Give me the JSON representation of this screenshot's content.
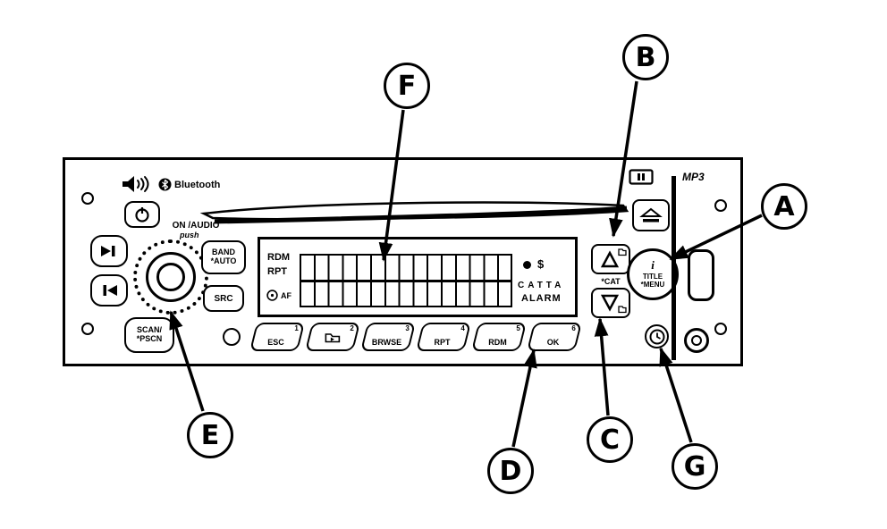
{
  "colors": {
    "ink": "#000000",
    "paper": "#ffffff"
  },
  "callouts": {
    "A": "A",
    "B": "B",
    "C": "C",
    "D": "D",
    "E": "E",
    "F": "F",
    "G": "G"
  },
  "panel": {
    "bluetooth_label": "Bluetooth",
    "mp3_label": "MP3",
    "knob": {
      "label": "ON /AUDIO",
      "sub": "push"
    },
    "buttons": {
      "band_line1": "BAND",
      "band_line2": "*AUTO",
      "src": "SRC",
      "scan_line1": "SCAN/",
      "scan_line2": "*PSCN",
      "cat_label": "*CAT",
      "title_info": "i",
      "title_line1": "TITLE",
      "title_line2": "*MENU"
    },
    "display": {
      "rdm": "RDM",
      "rpt": "RPT",
      "af": "AF",
      "dollar": "$",
      "catta": "CATTA",
      "alarm": "ALARM"
    },
    "presets": [
      {
        "num": "1",
        "label": "ESC"
      },
      {
        "num": "2",
        "label": ""
      },
      {
        "num": "3",
        "label": "BRWSE"
      },
      {
        "num": "4",
        "label": "RPT"
      },
      {
        "num": "5",
        "label": "RDM"
      },
      {
        "num": "6",
        "label": "OK"
      }
    ]
  }
}
